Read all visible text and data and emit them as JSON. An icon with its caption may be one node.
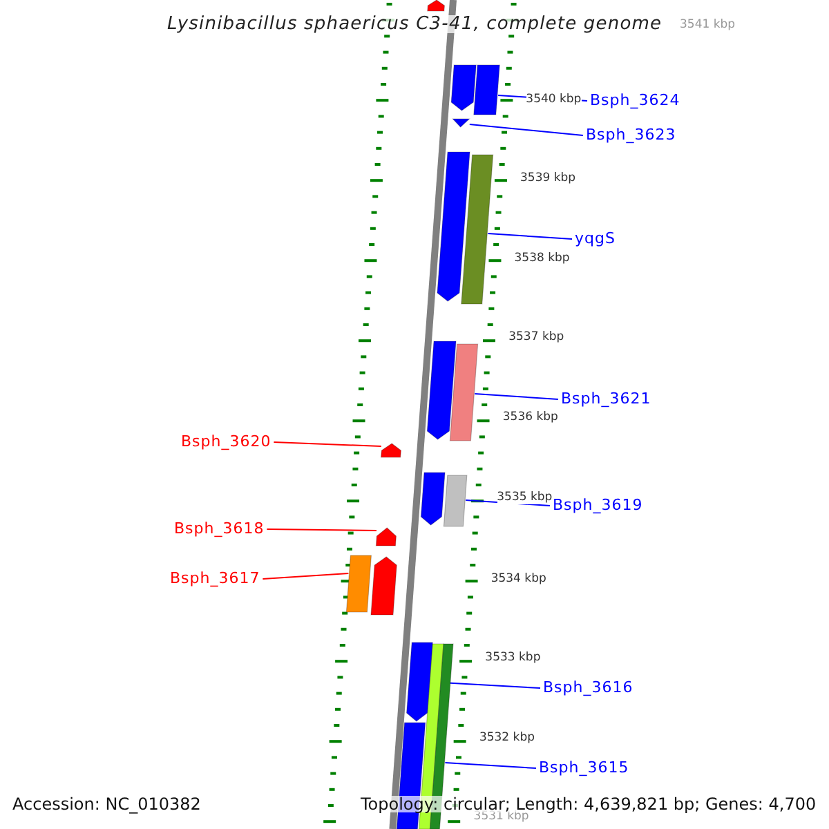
{
  "diagram": {
    "title": "Lysinibacillus sphaericus C3-41, complete genome",
    "nodes": [
      {
        "text": [
          "Bsph_3624"
        ]
      },
      {
        "text": [],
        "shape": "bar"
      },
      {
        "text": [
          "Bsph_3623"
        ]
      },
      {
        "text": [],
        "shape": "bar"
      },
      {
        "text": [
          "yqgS"
        ]
      },
      {
        "text": [],
        "shape": "bar"
      },
      {
        "text": [
          "Bsph_3621"
        ]
      },
      {
        "text": [],
        "shape": "bar"
      },
      {
        "text": [
          "Bsph_3620"
        ]
      },
      {
        "text": [],
        "shape": "bar"
      },
      {
        "text": [
          "Bsph_3619"
        ]
      },
      {
        "text": [],
        "shape": "bar"
      },
      {
        "text": [
          "Bsph_3618"
        ]
      },
      {
        "text": [],
        "shape": "bar"
      },
      {
        "text": [
          "Bsph_3617"
        ]
      },
      {
        "text": [],
        "shape": "bar"
      },
      {
        "text": [
          "Bsph_3616"
        ]
      },
      {
        "text": [],
        "shape": "bar"
      },
      {
        "text": [
          "Bsph_3615"
        ]
      },
      {
        "text": [],
        "shape": "bar"
      },
      {
        "text": [],
        "shape": "bar"
      },
      {
        "text": [],
        "shape": "bar"
      },
      {
        "text": [],
        "shape": "bar"
      },
      {
        "text": [],
        "shape": "bar"
      },
      {
        "text": [],
        "shape": "bar"
      },
      {
        "text": [],
        "shape": "bar"
      },
      {
        "text": [],
        "shape": "bar"
      },
      {
        "text": [],
        "shape": "bar"
      }
    ],
    "edges": [
      {
        "from": 0,
        "to": 1,
        "arrow": "none"
      },
      {
        "from": 2,
        "to": 3,
        "arrow": "none"
      },
      {
        "from": 4,
        "to": 5,
        "arrow": "none"
      },
      {
        "from": 6,
        "to": 7,
        "arrow": "none"
      },
      {
        "from": 8,
        "to": 9,
        "arrow": "none",
        "color": "#ff0000"
      },
      {
        "from": 10,
        "to": 11,
        "arrow": "none"
      },
      {
        "from": 12,
        "to": 13,
        "arrow": "none",
        "color": "#ff0000"
      },
      {
        "from": 14,
        "to": 15,
        "arrow": "none",
        "color": "#ff0000"
      },
      {
        "from": 16,
        "to": 17,
        "arrow": "none"
      },
      {
        "from": 18,
        "to": 19,
        "arrow": "none"
      }
    ],
    "labels": [
      "3541 kbp",
      "3540 kbp",
      "3539 kbp",
      "3538 kbp",
      "3537 kbp",
      "3536 kbp",
      "3535 kbp",
      "3534 kbp",
      "3533 kbp",
      "3532 kbp",
      "Accession: NC_010382",
      "Topology: circular; Length: 4,639,821 bp; Genes: 4,700",
      "3531 kbp"
    ]
  }
}
